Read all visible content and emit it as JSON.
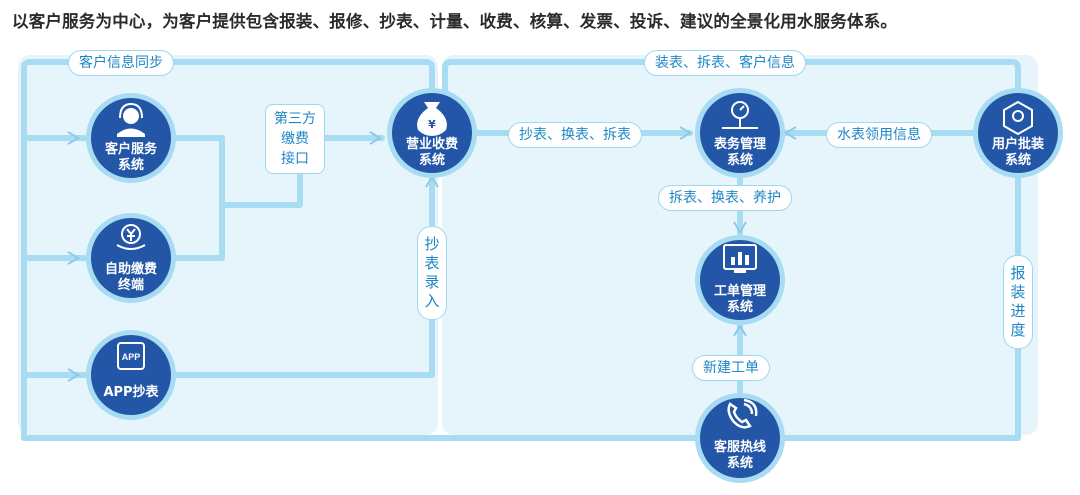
{
  "headline": "以客户服务为中心，为客户提供包含报装、报修、抄表、计量、收费、核算、发票、投诉、建议的全景化用水服务体系。",
  "colors": {
    "node": "#2356a6",
    "node_ring": "#a8dcf2",
    "pipe": "#a8dcf2",
    "label_text": "#1d87c6",
    "label_border": "#9fd7ee",
    "panel": "#e6f5fc"
  },
  "nodes": {
    "customer_service": {
      "label": "客户服务\n系统",
      "icon": "headset-user-icon"
    },
    "self_payment": {
      "label": "自助缴费\n终端",
      "icon": "yuan-hand-icon"
    },
    "app_reading": {
      "label": "APP抄表",
      "icon": "app-tablet-icon",
      "icon_text": "APP"
    },
    "billing": {
      "label": "营业收费\n系统",
      "icon": "money-bag-icon"
    },
    "meter_mgmt": {
      "label": "表务管理\n系统",
      "icon": "water-meter-icon"
    },
    "user_install": {
      "label": "用户批装\n系统",
      "icon": "gear-box-icon"
    },
    "work_order": {
      "label": "工单管理\n系统",
      "icon": "chart-monitor-icon"
    },
    "hotline": {
      "label": "客服热线\n系统",
      "icon": "phone-icon"
    }
  },
  "flows": {
    "info_sync": "客户信息同步",
    "third_party": "第三方\n缴费\n接口",
    "reading_entry": "抄\n表\n录\n入",
    "read_change_remove": "抄表、换表、拆表",
    "install_remove_info": "装表、拆表、客户信息",
    "meter_requisition": "水表领用信息",
    "remove_change_maintain": "拆表、换表、养护",
    "install_progress": "报\n装\n进\n度",
    "new_work_order": "新建工单"
  }
}
